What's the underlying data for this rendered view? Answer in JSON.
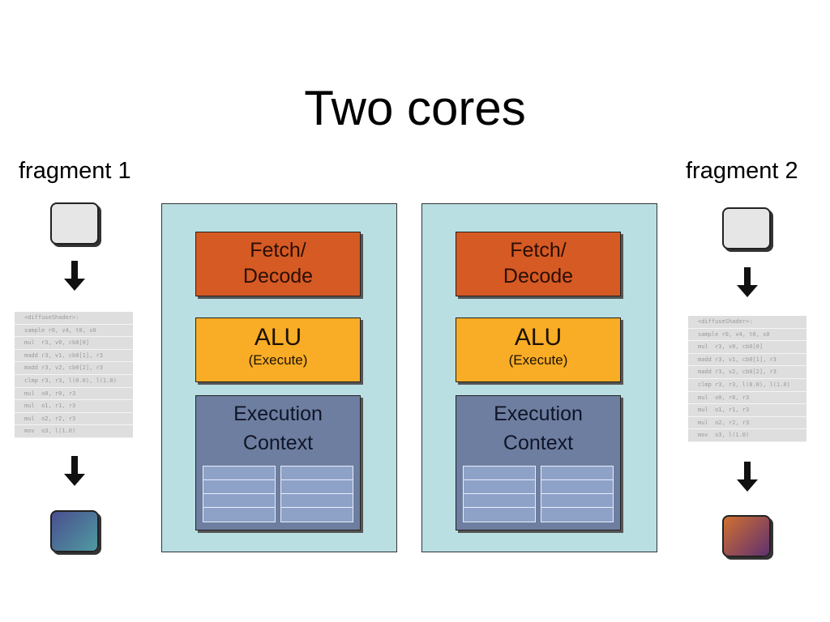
{
  "title": "Two cores",
  "fragments": [
    {
      "label": "fragment 1",
      "input_color": "#e6e6e6",
      "output_gradient": [
        "#4a4f8f",
        "#4f9aa1"
      ]
    },
    {
      "label": "fragment 2",
      "input_color": "#e6e6e6",
      "output_gradient": [
        "#d07030",
        "#603070"
      ]
    }
  ],
  "shader_code": [
    "<diffuseShader>:",
    "sample r0, v4, t0, s0",
    "mul  r3, v0, cb0[0]",
    "madd r3, v1, cb0[1], r3",
    "madd r3, v2, cb0[2], r3",
    "clmp r3, r3, l(0.0), l(1.0)",
    "mul  o0, r0, r3",
    "mul  o1, r1, r3",
    "mul  o2, r2, r3",
    "mov  o3, l(1.0)"
  ],
  "cores": [
    {
      "fetch_line1": "Fetch/",
      "fetch_line2": "Decode",
      "alu": "ALU",
      "alu_sub": "(Execute)",
      "ctx_line1": "Execution",
      "ctx_line2": "Context"
    },
    {
      "fetch_line1": "Fetch/",
      "fetch_line2": "Decode",
      "alu": "ALU",
      "alu_sub": "(Execute)",
      "ctx_line1": "Execution",
      "ctx_line2": "Context"
    }
  ],
  "colors": {
    "core_bg": "#b9dfe3",
    "fetch": "#d65a24",
    "alu": "#f9ac26",
    "context": "#6e7ea0",
    "registers": "#8ea2c8"
  }
}
